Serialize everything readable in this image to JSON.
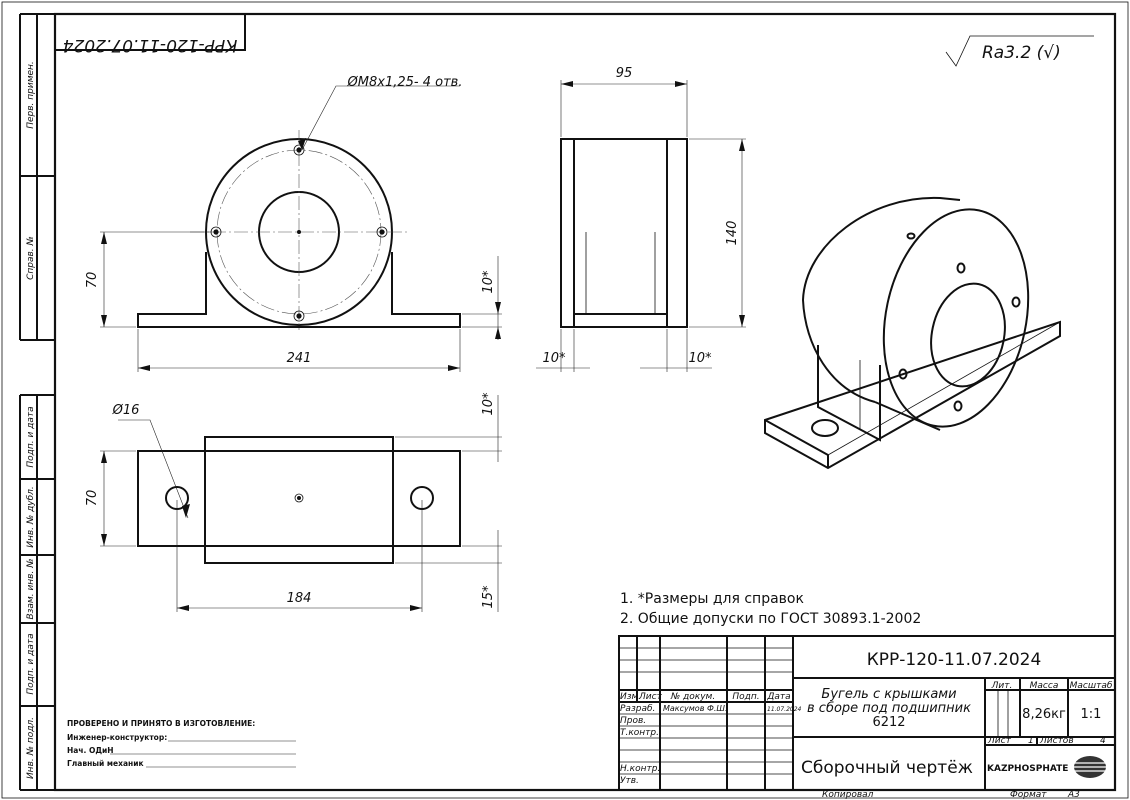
{
  "sheet": {
    "designation": "КРР-120-11.07.2024",
    "designation_mirrored": "КРР-120-11.07.2024",
    "roughness": "Ra3.2 (√)",
    "side_labels": [
      "Перв. примен.",
      "Справ. №",
      "Подп. и дата",
      "Инв. № дубл.",
      "Взам. инв. №",
      "Подп. и дата",
      "Инв. № подл."
    ]
  },
  "dimensions": {
    "thread_note": "ØM8x1,25- 4 отв.",
    "d95": "95",
    "d140": "140",
    "d70_front": "70",
    "d10_front": "10*",
    "d241": "241",
    "d10_left": "10*",
    "d10_right": "10*",
    "d16": "Ø16",
    "d10_plan": "10*",
    "d70_plan": "70",
    "d184": "184",
    "d15": "15*"
  },
  "notes": [
    "1. *Размеры для справок",
    "2. Общие допуски по ГОСТ 30893.1-2002"
  ],
  "approval": {
    "heading": "ПРОВЕРЕНО И ПРИНЯТО В ИЗГОТОВЛЕНИЕ:",
    "line1": "Инженер-конструктор:",
    "line2": "Нач. ОДиН",
    "line3": "Главный механик"
  },
  "title_block": {
    "designation": "КРР-120-11.07.2024",
    "name_line1": "Бугель с крышками",
    "name_line2": "в сборе под подшипник",
    "name_line3": "6212",
    "doc_type": "Сборочный чертёж",
    "company": "KAZPHOSPHATE",
    "col_izm": "Изм.",
    "col_list": "Лист",
    "col_doc": "№ докум.",
    "col_podp": "Подп.",
    "col_date": "Дата",
    "row_razrab": "Разраб.",
    "razrab_name": "Максумов Ф.Ш.",
    "razrab_date": "11.07.2024",
    "row_prov": "Пров.",
    "row_tkontr": "Т.контр.",
    "row_nkontr": "Н.контр.",
    "row_utv": "Утв.",
    "lit_label": "Лит.",
    "mass_label": "Масса",
    "scale_label": "Масштаб",
    "mass": "8,26кг",
    "scale": "1:1",
    "sheet_label": "Лист",
    "sheet_no": "1",
    "sheets_label": "Листов",
    "sheets_total": "4",
    "copied": "Копировал",
    "format_label": "Формат",
    "format": "А3"
  }
}
